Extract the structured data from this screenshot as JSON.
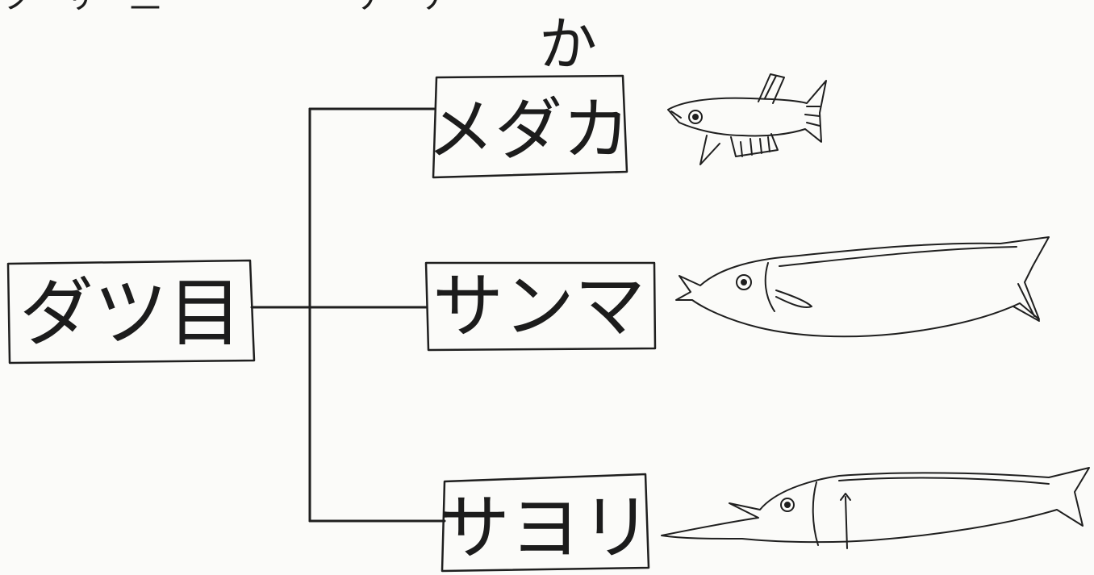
{
  "diagram": {
    "root": {
      "label": "ダツ目"
    },
    "annotation": "か",
    "children": [
      {
        "label": "メダカ",
        "drawing": "medaka-fish-icon"
      },
      {
        "label": "サンマ",
        "drawing": "sanma-fish-icon"
      },
      {
        "label": "サヨリ",
        "drawing": "sayori-fish-icon"
      }
    ],
    "top_edge_fragment": "ツ　サ　三　　　　　　ナ　ナ"
  },
  "colors": {
    "ink": "#1f1f1f",
    "paper": "#fbfbf9"
  }
}
